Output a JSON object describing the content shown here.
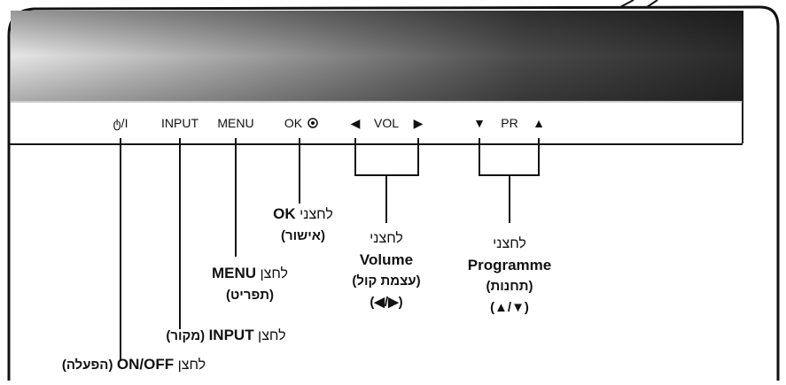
{
  "panel": {
    "power": "ტ/I",
    "input": "INPUT",
    "menu": "MENU",
    "ok": "OK",
    "vol_left": "◀",
    "vol": "VOL",
    "vol_right": "▶",
    "pr_down": "▼",
    "pr": "PR",
    "pr_up": "▲"
  },
  "callouts": {
    "ok": {
      "prefix": "לחצני",
      "key": "OK",
      "desc": "(אישור)"
    },
    "menu": {
      "prefix": "לחצן",
      "key": "MENU",
      "desc": "(תפריט)"
    },
    "input": {
      "prefix": "לחצן",
      "key": "INPUT",
      "desc": "(מקור)"
    },
    "power": {
      "prefix": "לחצן",
      "key": "ON/OFF",
      "desc": "(הפעלה)"
    },
    "volume": {
      "prefix": "לחצני",
      "key": "Volume",
      "desc": "(עצמת קול)",
      "arrows": "(◀/▶)"
    },
    "programme": {
      "prefix": "לחצני",
      "key": "Programme",
      "desc": "(תחנות)",
      "arrows": "(▲/▼)"
    }
  },
  "colors": {
    "frame": "#111111",
    "bar_dark": "#2a2a2a",
    "bar_light": "#f2f2f2"
  }
}
